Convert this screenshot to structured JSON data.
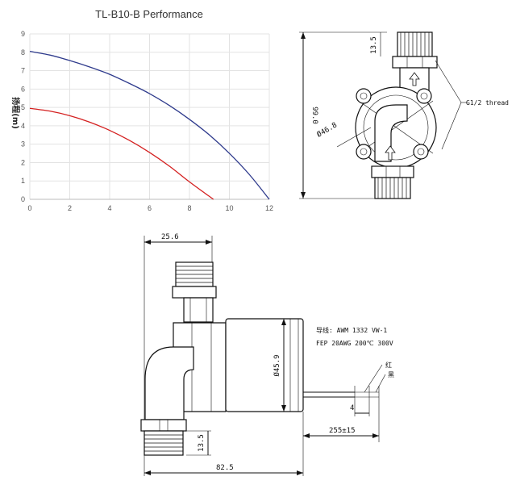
{
  "chart_data": {
    "type": "line",
    "title": "TL-B10-B Performance",
    "xlabel": "",
    "ylabel": "扬程(m)",
    "xlim": [
      0,
      12
    ],
    "ylim": [
      0,
      9
    ],
    "x_ticks": [
      "0",
      "2",
      "4",
      "6",
      "8",
      "10",
      "12"
    ],
    "y_ticks": [
      "0",
      "1",
      "2",
      "3",
      "4",
      "5",
      "6",
      "7",
      "8",
      "9"
    ],
    "grid": true,
    "series": [
      {
        "color": "#2e3a8c",
        "x": [
          0,
          1,
          2,
          3,
          4,
          5,
          6,
          7,
          8,
          9,
          10,
          11,
          12
        ],
        "y": [
          8.05,
          7.85,
          7.55,
          7.2,
          6.8,
          6.3,
          5.75,
          5.1,
          4.35,
          3.5,
          2.5,
          1.35,
          0
        ]
      },
      {
        "color": "#d42020",
        "x": [
          0,
          1,
          2,
          3,
          4,
          5,
          6,
          7,
          8,
          9.2
        ],
        "y": [
          4.95,
          4.8,
          4.55,
          4.2,
          3.75,
          3.2,
          2.55,
          1.8,
          0.95,
          0
        ]
      }
    ]
  },
  "drawing_top": {
    "dim_height": "99.0",
    "dim_thread_len": "13.5",
    "dim_diameter": "Ø46.8",
    "thread_note": "G1/2 thread"
  },
  "drawing_bottom": {
    "dim_top": "25.6",
    "dim_diameter": "Ø45.9",
    "dim_thread_len": "13.5",
    "dim_total": "82.5",
    "dim_wire": "255±15",
    "dim_strip": "4",
    "wire_note_1": "导线: AWM 1332 VW-1",
    "wire_note_2": "FEP 20AWG 200℃ 300V",
    "wire_label_1": "红",
    "wire_label_2": "黑"
  }
}
